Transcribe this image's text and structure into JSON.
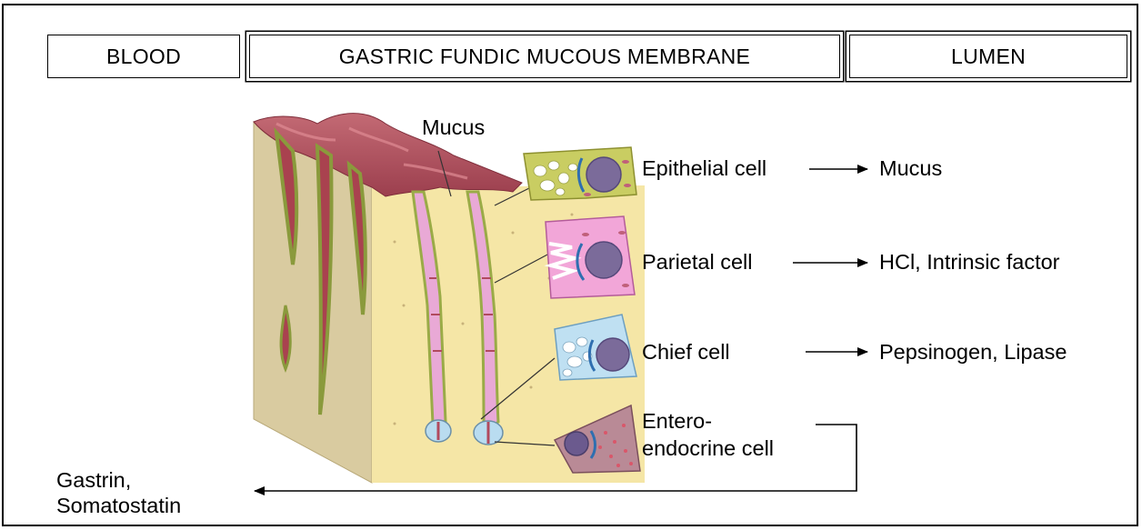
{
  "headers": {
    "blood": "BLOOD",
    "membrane": "GASTRIC FUNDIC MUCOUS MEMBRANE",
    "lumen": "LUMEN"
  },
  "illustration": {
    "mucus_label": "Mucus"
  },
  "cells": [
    {
      "name": "Epithelial cell",
      "product": "Mucus",
      "color": "#c9cd62"
    },
    {
      "name": "Parietal cell",
      "product": "HCl, Intrinsic factor",
      "color": "#f2a6d8"
    },
    {
      "name": "Chief cell",
      "product": "Pepsinogen, Lipase",
      "color": "#bfe0f2"
    },
    {
      "name_line1": "Entero-",
      "name_line2": "endocrine cell",
      "color": "#b98a96"
    }
  ],
  "blood_output": {
    "line1": "Gastrin,",
    "line2": "Somatostatin"
  },
  "colors": {
    "tissue_top": "#b65a66",
    "tissue_cream": "#f4e4a0",
    "tissue_side": "#d6c69a",
    "gland_pink": "#e7a7d5",
    "gland_blue": "#b9dcf0"
  }
}
